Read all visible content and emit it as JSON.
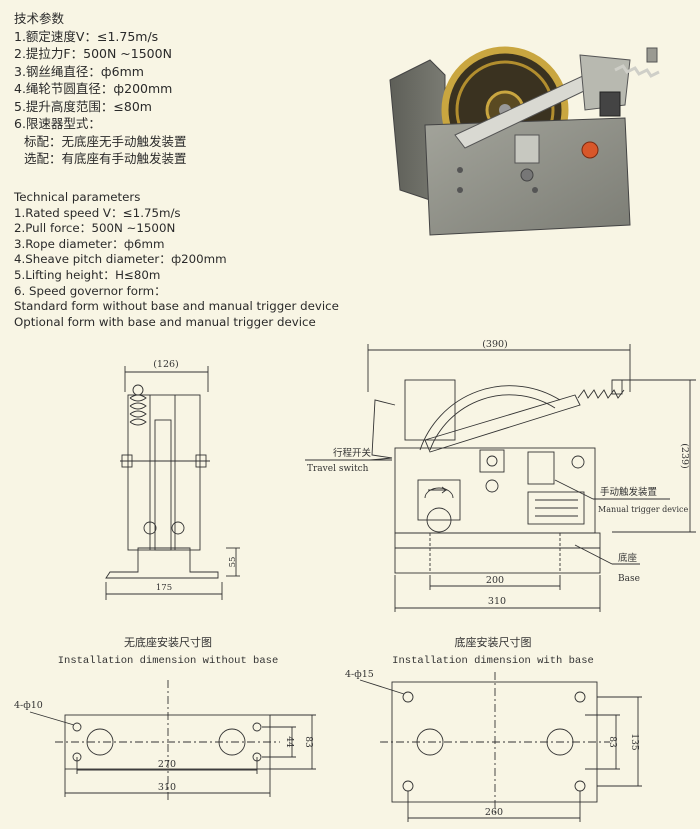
{
  "specs_cn": {
    "title": "技术参数",
    "items": [
      "1.额定速度V：≤1.75m/s",
      "2.提拉力F：500N ~1500N",
      "3.钢丝绳直径：ф6mm",
      "4.绳轮节圆直径：ф200mm",
      "5.提升高度范围：≤80m",
      "6.限速器型式："
    ],
    "standard": "标配：无底座无手动触发装置",
    "optional": "选配：有底座有手动触发装置"
  },
  "specs_en": {
    "title": "Technical parameters",
    "items": [
      "1.Rated speed V：≤1.75m/s",
      "2.Pull force：500N ~1500N",
      "3.Rope diameter：ф6mm",
      "4.Sheave pitch diameter：ф200mm",
      "5.Lifting height：H≤80m",
      "6. Speed governor form："
    ],
    "standard": "Standard form without base and manual trigger device",
    "optional": "Optional form with base and manual trigger device"
  },
  "side_view": {
    "dim_top": "(126)",
    "dim_bottom": "175",
    "dim_side": "55"
  },
  "front_view": {
    "dim_top": "(390)",
    "dim_right": "(239)",
    "dim_inner": "200",
    "dim_outer": "310",
    "travel_switch_cn": "行程开关",
    "travel_switch_en": "Travel switch",
    "manual_trigger_cn": "手动触发装置",
    "manual_trigger_en": "Manual trigger device",
    "base_cn": "底座",
    "base_en": "Base"
  },
  "install_no_base": {
    "title_cn": "无底座安装尺寸图",
    "title_en": "Installation dimension without base",
    "holes": "4-ф10",
    "dim_inner": "270",
    "dim_outer": "310",
    "dim_h1": "44",
    "dim_h2": "83"
  },
  "install_with_base": {
    "title_cn": "底座安装尺寸图",
    "title_en": "Installation dimension with base",
    "holes": "4-ф15",
    "dim_width": "260",
    "dim_h1": "83",
    "dim_h2": "135"
  },
  "colors": {
    "background": "#f8f5e4",
    "line": "#333333",
    "steel": "#8e8f86",
    "sheave": "#c9a640",
    "button": "#d8572a"
  }
}
